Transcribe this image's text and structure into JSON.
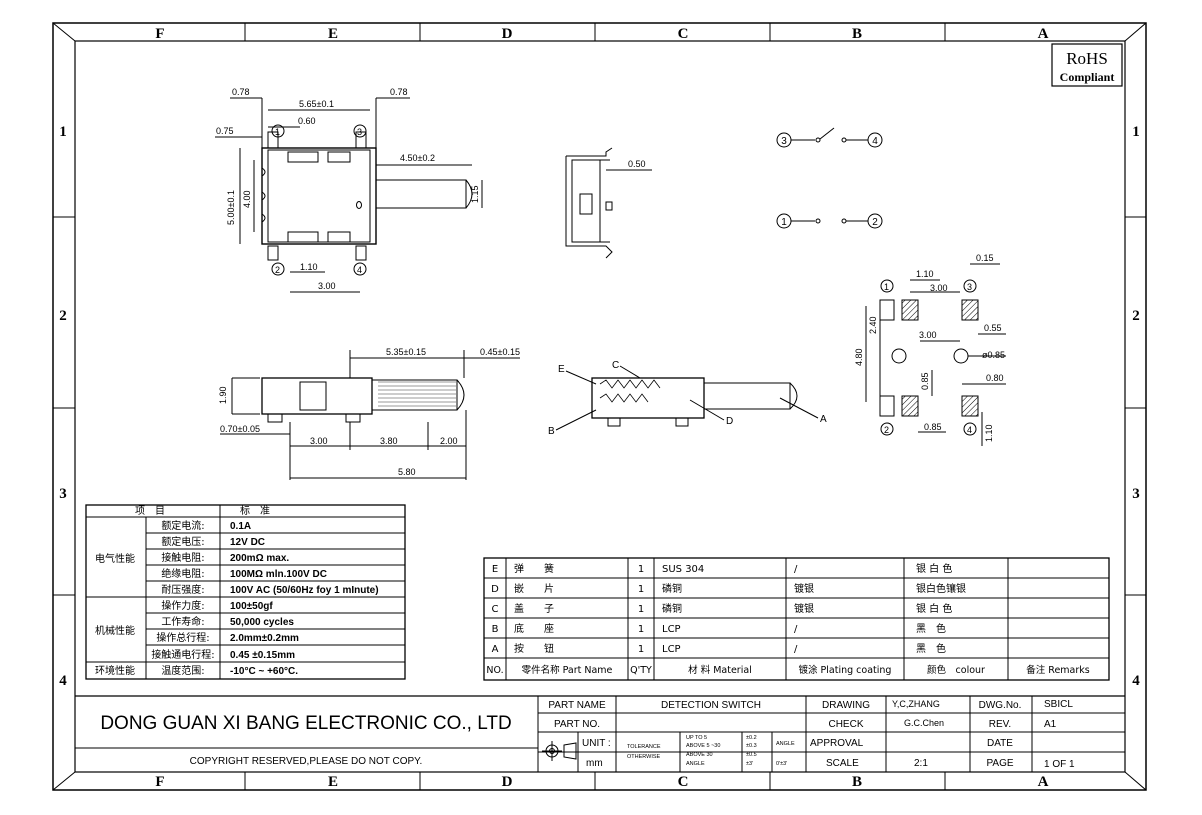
{
  "frame": {
    "columns": [
      "F",
      "E",
      "D",
      "C",
      "B",
      "A"
    ],
    "rows": [
      "1",
      "2",
      "3",
      "4"
    ]
  },
  "rohs": {
    "line1": "RoHS",
    "line2": "Compliant"
  },
  "top_view_dims": {
    "left_margin": "0.78",
    "right_margin": "0.78",
    "width": "5.65±0.1",
    "pin_w": "0.60",
    "left_offset": "0.75",
    "lever": "4.50±0.2",
    "height": "5.00±0.1",
    "inner_h": "4.00",
    "lever_w": "1.15",
    "pad_w": "1.10",
    "pitch": "3.00",
    "pin1": "1",
    "pin2": "2",
    "pin3": "3",
    "pin4": "4"
  },
  "side_dims": {
    "thickness": "0.50"
  },
  "side_view_dims": {
    "travel": "5.35±0.15",
    "travel2": "0.45±0.15",
    "height": "1.90",
    "base": "0.70±0.05",
    "a": "3.00",
    "b": "3.80",
    "c": "2.00",
    "total": "5.80"
  },
  "section_labels": {
    "A": "A",
    "B": "B",
    "C": "C",
    "D": "D",
    "E": "E"
  },
  "schematic": {
    "p1": "1",
    "p2": "2",
    "p3": "3",
    "p4": "4"
  },
  "footprint": {
    "d015": "0.15",
    "d110": "1.10",
    "d300": "3.00",
    "d240": "2.40",
    "d055": "0.55",
    "d300b": "3.00",
    "d480": "4.80",
    "dphi": "ø0.85",
    "d085": "0.85",
    "d080": "0.80",
    "d085b": "0.85",
    "d110b": "1.10",
    "p1": "1",
    "p2": "2",
    "p3": "3",
    "p4": "4"
  },
  "spec_table": {
    "header": [
      "项　目",
      "标　准"
    ],
    "groups": [
      {
        "name": "电气性能",
        "rows": [
          [
            "额定电流:",
            "0.1A"
          ],
          [
            "额定电压:",
            "12V  DC"
          ],
          [
            "接触电阻:",
            "200mΩ max."
          ],
          [
            "绝缘电阻:",
            "100MΩ mln.100V  DC"
          ],
          [
            "耐压强度:",
            "100V  AC (50/60Hz foy 1 mInute)"
          ]
        ]
      },
      {
        "name": "机械性能",
        "rows": [
          [
            "操作力度:",
            "100±50gf"
          ],
          [
            "工作寿命:",
            "50,000 cycles"
          ],
          [
            "操作总行程:",
            "2.0mm±0.2mm"
          ],
          [
            "接触通电行程:",
            "0.45 ±0.15mm"
          ]
        ]
      },
      {
        "name": "环境性能",
        "rows": [
          [
            "温度范围:",
            "-10°C ~ +60°C."
          ]
        ]
      }
    ]
  },
  "bom": {
    "rows": [
      [
        "E",
        "弹　　簧",
        "1",
        "SUS 304",
        "/",
        "银 白 色",
        ""
      ],
      [
        "D",
        "嵌　　片",
        "1",
        "磷铜",
        "镀银",
        "银白色镶银",
        ""
      ],
      [
        "C",
        "盖　　子",
        "1",
        "磷铜",
        "镀银",
        "银 白 色",
        ""
      ],
      [
        "B",
        "底　　座",
        "1",
        "LCP",
        "/",
        "黑　色",
        ""
      ],
      [
        "A",
        "按　　钮",
        "1",
        "LCP",
        "/",
        "黑　色",
        ""
      ]
    ],
    "header": [
      "NO.",
      "零件名称 Part Name",
      "Q'TY",
      "材 料 Material",
      "镀涂 Plating coating",
      "颜色　colour",
      "备注 Remarks"
    ]
  },
  "title_block": {
    "company": "DONG GUAN XI BANG ELECTRONIC CO., LTD",
    "copyright": "COPYRIGHT RESERVED,PLEASE DO NOT COPY.",
    "part_name_label": "PART NAME",
    "part_name": "DETECTION SWITCH",
    "part_no_label": "PART NO.",
    "part_no": "",
    "unit_label": "UNIT :",
    "unit": "mm",
    "tolerance_label": "TOLERANCE",
    "otherwise_label": "OTHERWISE",
    "tol_rows": [
      [
        "UP TO 5",
        "±0.2"
      ],
      [
        "ABOVE 5 ~30",
        "±0.3"
      ],
      [
        "ABOVE 30",
        "±0.5"
      ],
      [
        "ANGLE",
        "±3'"
      ]
    ],
    "angle_label": "ANGLE",
    "angle_value": "0'±3'",
    "drawing_label": "DRAWING",
    "drawing": "Y,C,ZHANG",
    "check_label": "CHECK",
    "check": "G.C.Chen",
    "approval_label": "APPROVAL",
    "approval": "",
    "scale_label": "SCALE",
    "scale": "2:1",
    "dwg_no_label": "DWG.No.",
    "dwg_no": "SBICL",
    "rev_label": "REV.",
    "rev": "A1",
    "date_label": "DATE",
    "date": "",
    "page_label": "PAGE",
    "page": "1  OF  1"
  }
}
